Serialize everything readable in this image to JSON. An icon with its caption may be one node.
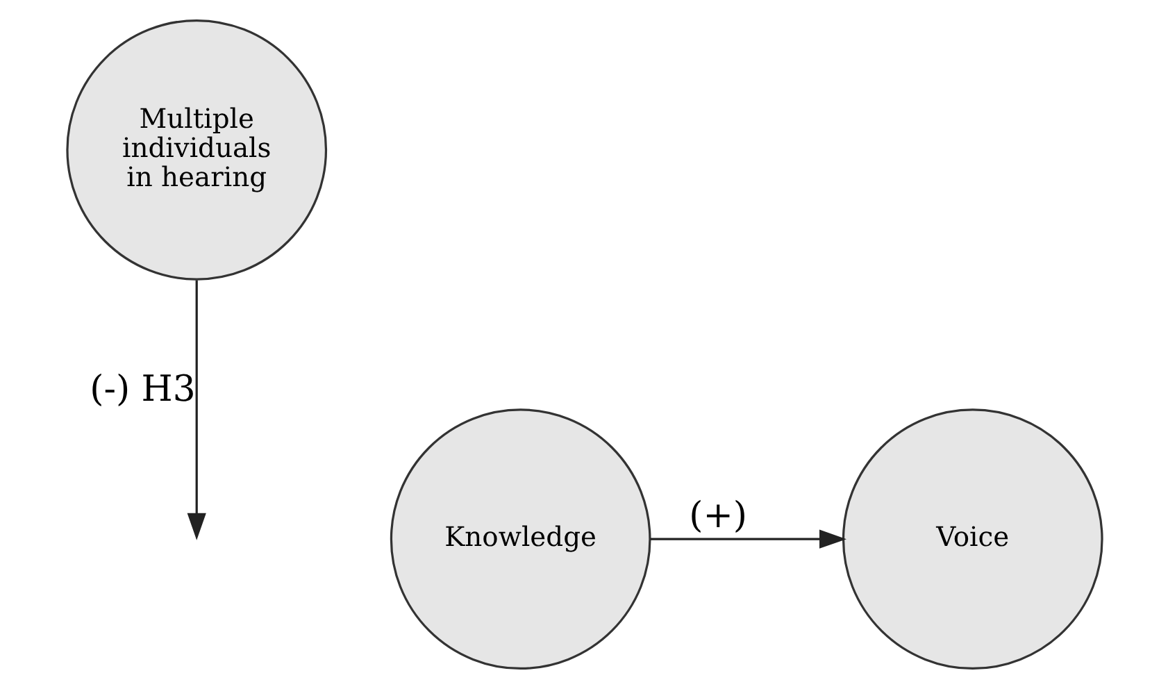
{
  "diagram": {
    "nodes": [
      {
        "text": [
          "Multiple individuals in hearing"
        ]
      },
      {
        "text": [
          "Knowledge"
        ]
      },
      {
        "text": [
          "Voice"
        ]
      }
    ],
    "edges": [
      {
        "from": 1,
        "to": 2,
        "arrow": "to",
        "label": "(+)"
      },
      {
        "from": 0,
        "to": null,
        "arrow": "to",
        "label": "(-) H3"
      }
    ]
  }
}
